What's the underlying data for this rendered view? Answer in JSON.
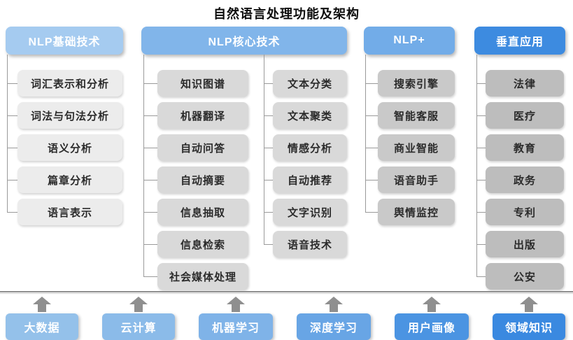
{
  "title": "自然语言处理功能及架构",
  "colors": {
    "connector": "#9a9a9a",
    "arrow": "#8f8f8f",
    "separator_dark": "#8f8f8f",
    "separator_light": "#d2d2d2"
  },
  "columns": [
    {
      "header": "NLP基础技术",
      "header_color": "#a5cbf0",
      "box_color": "#ececec",
      "sub_columns": [
        [
          "词汇表示和分析",
          "词法与句法分析",
          "语义分析",
          "篇章分析",
          "语言表示"
        ]
      ]
    },
    {
      "header": "NLP核心技术",
      "header_color": "#81b5ea",
      "box_color": "#d9d9d9",
      "sub_columns": [
        [
          "知识图谱",
          "机器翻译",
          "自动问答",
          "自动摘要",
          "信息抽取",
          "信息检索",
          "社会媒体处理"
        ],
        [
          "文本分类",
          "文本聚类",
          "情感分析",
          "自动推荐",
          "文字识别",
          "语音技术"
        ]
      ]
    },
    {
      "header": "NLP+",
      "header_color": "#72ace8",
      "box_color": "#c9c9c9",
      "sub_columns": [
        [
          "搜索引擎",
          "智能客服",
          "商业智能",
          "语音助手",
          "舆情监控"
        ]
      ]
    },
    {
      "header": "垂直应用",
      "header_color": "#3d8be0",
      "box_color": "#bdbdbd",
      "sub_columns": [
        [
          "法律",
          "医疗",
          "教育",
          "政务",
          "专利",
          "出版",
          "公安"
        ]
      ]
    }
  ],
  "foundation": [
    {
      "label": "大数据",
      "color": "#94c1ea"
    },
    {
      "label": "云计算",
      "color": "#8bbbe9"
    },
    {
      "label": "机器学习",
      "color": "#7fb3e8"
    },
    {
      "label": "深度学习",
      "color": "#68a5e5"
    },
    {
      "label": "用户画像",
      "color": "#4b94e2"
    },
    {
      "label": "领域知识",
      "color": "#3a89e0"
    }
  ]
}
